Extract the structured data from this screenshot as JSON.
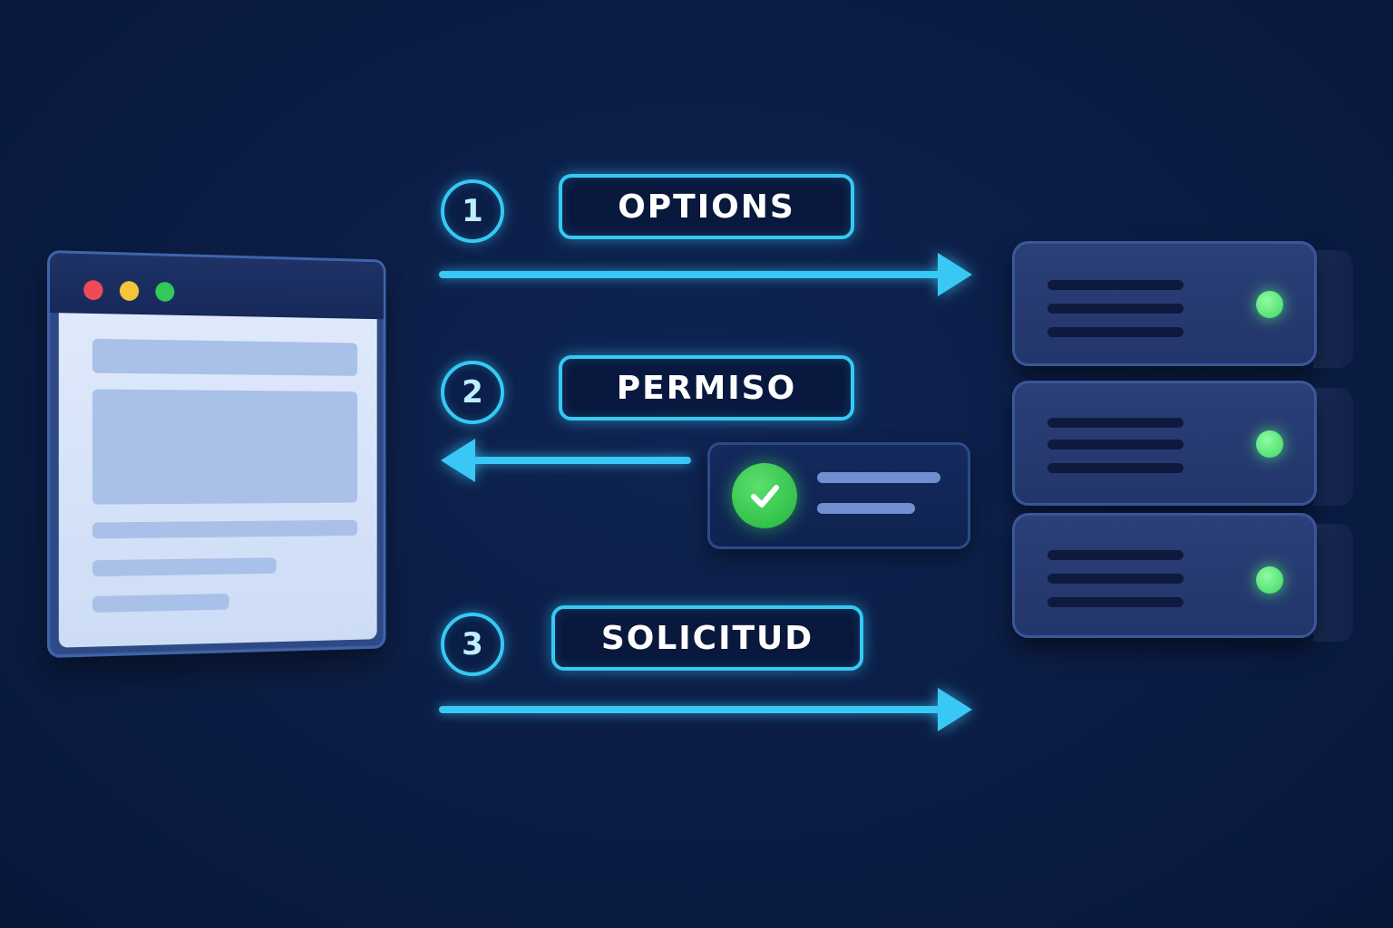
{
  "steps": [
    {
      "number": "1",
      "label": "OPTIONS",
      "direction": "right"
    },
    {
      "number": "2",
      "label": "PERMISO",
      "direction": "left"
    },
    {
      "number": "3",
      "label": "SOLICITUD",
      "direction": "right"
    }
  ],
  "colors": {
    "background": "#0b1d45",
    "accent": "#39c8f5",
    "success": "#34c759",
    "server": "#22366b",
    "browser_body": "#dfe9fb"
  },
  "icons": {
    "browser": "browser-window-icon",
    "server": "server-stack-icon",
    "check": "check-icon"
  }
}
